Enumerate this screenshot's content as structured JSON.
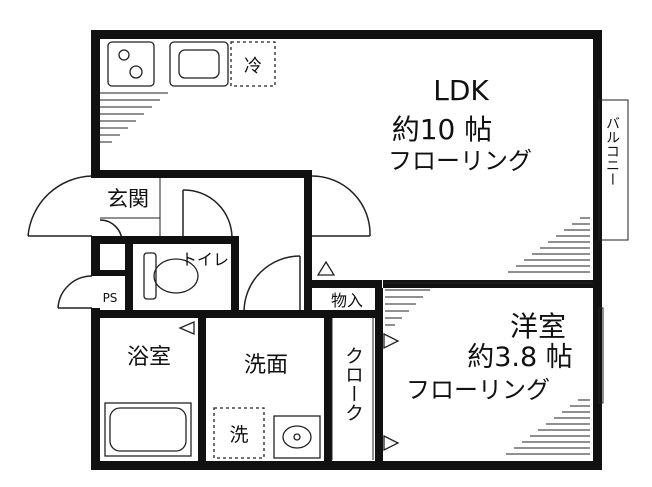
{
  "rooms": {
    "ldk": {
      "name": "LDK",
      "size": "約10 帖",
      "floor": "フローリング"
    },
    "western": {
      "name": "洋室",
      "size": "約3.8 帖",
      "floor": "フローリング"
    },
    "entrance": "玄関",
    "toilet": "トイレ",
    "bath": "浴室",
    "washroom": "洗面",
    "closet": "クローク",
    "storage": "物入",
    "balcony": "バルコニー",
    "ps": "PS"
  },
  "fixtures": {
    "fridge": "冷",
    "washer": "洗"
  }
}
